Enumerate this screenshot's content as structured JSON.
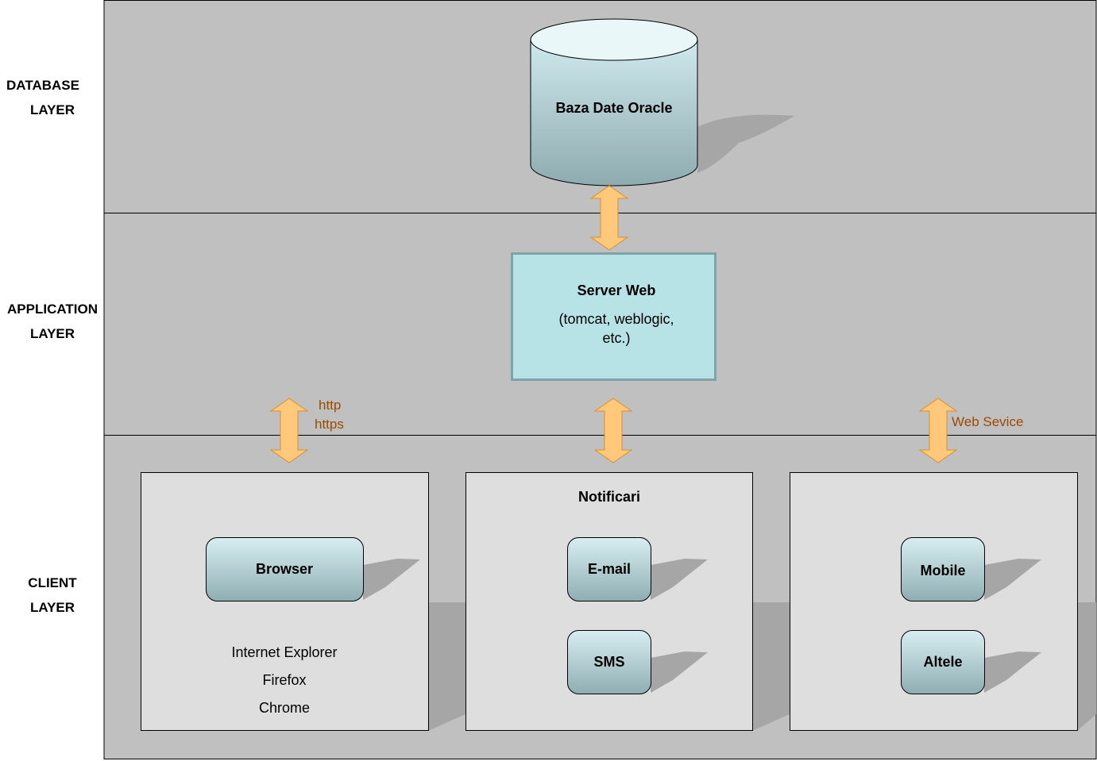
{
  "layers": [
    {
      "line1": "DATABASE",
      "line2": "LAYER"
    },
    {
      "line1": "APPLICATION",
      "line2": "LAYER"
    },
    {
      "line1": "CLIENT",
      "line2": "LAYER"
    }
  ],
  "database": {
    "label": "Baza Date Oracle"
  },
  "server": {
    "title": "Server Web",
    "detail_line1": "(tomcat, weblogic,",
    "detail_line2": "etc.)"
  },
  "protocols": {
    "http": "http",
    "https": "https",
    "webservice": "Web Sevice"
  },
  "browser_panel": {
    "button": "Browser",
    "items": [
      "Internet Explorer",
      "Firefox",
      "Chrome"
    ]
  },
  "notif_panel": {
    "title": "Notificari",
    "email": "E-mail",
    "sms": "SMS"
  },
  "other_panel": {
    "mobile": "Mobile",
    "other": "Altele"
  },
  "colors": {
    "band": "#c0c0c0",
    "panel": "#dedede",
    "shadow": "#a6a6a6",
    "node_top": "#d7eef2",
    "node_bottom": "#8faeb2",
    "server_fill": "#b7e3e7",
    "server_border": "#7fa3a6",
    "arrow_fill": "#ffc87a",
    "arrow_stroke": "#d98f2e",
    "protocol_text": "#9c4a00"
  }
}
